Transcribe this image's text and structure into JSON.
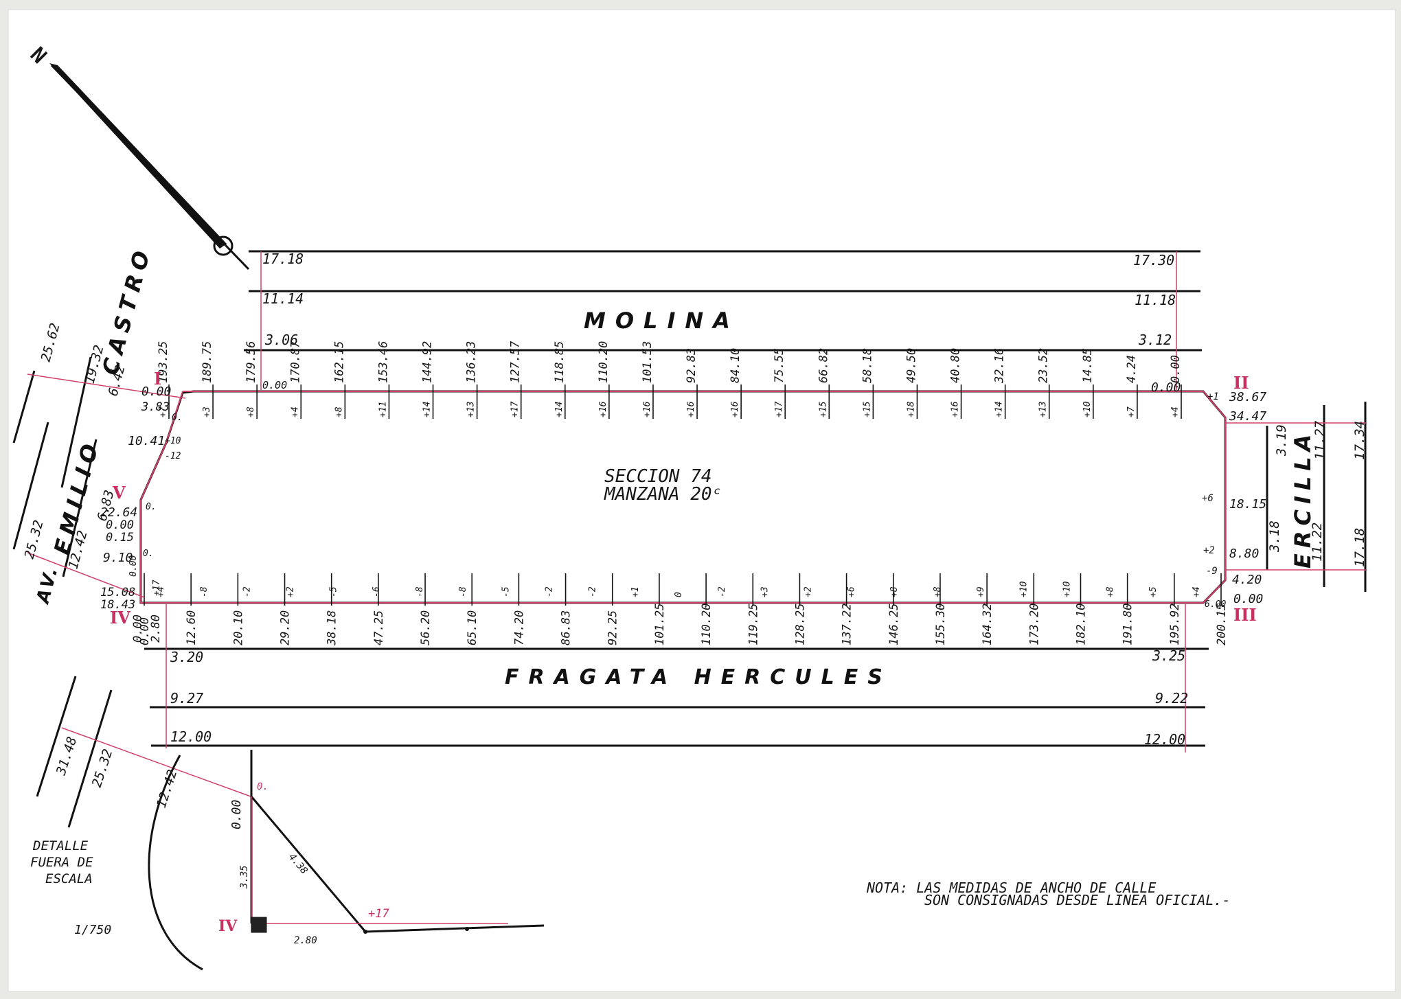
{
  "north_label": "N",
  "streets": {
    "top": "MOLINA",
    "bottom": "FRAGATA HERCULES",
    "right": "ERCILLA",
    "left_prefix": "AV.",
    "left_1": "EMILIO",
    "left_2": "CASTRO"
  },
  "block": {
    "seccion": "SECCION 74",
    "manzana": "MANZANA 20ᶜ"
  },
  "vertices": [
    "I",
    "II",
    "III",
    "IV",
    "V"
  ],
  "top_widths": {
    "left": [
      "17.18",
      "11.14",
      "3.06"
    ],
    "right": [
      "17.30",
      "11.18",
      "3.12"
    ]
  },
  "bottom_widths": {
    "left": [
      "3.20",
      "9.27",
      "12.00"
    ],
    "right": [
      "3.25",
      "9.22",
      "12.00"
    ]
  },
  "right_widths": [
    "3.19",
    "11.27",
    "17.34",
    "3.18",
    "11.22",
    "17.18"
  ],
  "left_widths": [
    "25.62",
    "19.32",
    "6.42",
    "25.32",
    "12.42",
    "6.83"
  ],
  "top_chainage": [
    "193.25",
    "189.75",
    "179.56",
    "170.87",
    "162.15",
    "153.46",
    "144.92",
    "136.23",
    "127.57",
    "118.85",
    "110.20",
    "101.53",
    "92.83",
    "84.10",
    "75.55",
    "66.82",
    "58.18",
    "49.50",
    "40.80",
    "32.16",
    "23.52",
    "14.85",
    "4.24",
    "0.00"
  ],
  "top_levels": [
    "+7",
    "+3",
    "+8",
    "+4",
    "+8",
    "+11",
    "+14",
    "+13",
    "+17",
    "+14",
    "+16",
    "+16",
    "+16",
    "+16",
    "+17",
    "+15",
    "+15",
    "+18",
    "+16",
    "+14",
    "+13",
    "+10",
    "+7",
    "+4"
  ],
  "top_zero": "0.00",
  "top_zero_right": "0.00",
  "bottom_chainage": [
    "0.00",
    "12.60",
    "20.10",
    "29.20",
    "38.18",
    "47.25",
    "56.20",
    "65.10",
    "74.20",
    "86.83",
    "92.25",
    "101.25",
    "110.20",
    "119.25",
    "128.25",
    "137.22",
    "146.25",
    "155.30",
    "164.32",
    "173.20",
    "182.10",
    "191.80",
    "195.92",
    "200.15"
  ],
  "bottom_levels": [
    "+4",
    "-8",
    "-2",
    "+2",
    "-5",
    "-6",
    "-8",
    "-8",
    "-5",
    "-2",
    "-2",
    "+1",
    "0",
    "-2",
    "+3",
    "+2",
    "+6",
    "+8",
    "+8",
    "+9",
    "+10",
    "+10",
    "+8",
    "+5",
    "+4"
  ],
  "left_side": [
    "0.00",
    "3.83",
    "10.41",
    "22.64",
    "0.00",
    "0.15",
    "9.10",
    "15.08",
    "18.43",
    "0.00",
    "2.80"
  ],
  "left_levels": [
    "+10",
    "-12",
    "0.",
    "0.",
    "0.00",
    "+17",
    "0."
  ],
  "right_side": [
    "38.67",
    "34.47",
    "18.15",
    "8.80",
    "4.20",
    "0.00"
  ],
  "right_levels": [
    "+1",
    "+6",
    "+2",
    "-9",
    "6.00"
  ],
  "detail": {
    "caption": [
      "DETALLE",
      "FUERA DE",
      "ESCALA"
    ],
    "dims": [
      "31.48",
      "25.32",
      "12.42",
      "0.00",
      "3.35",
      "4.38",
      "2.80"
    ],
    "level_top": "0.",
    "level_bottom": "+17",
    "vertex": "IV"
  },
  "scale": "1/750",
  "note": [
    "NOTA: LAS MEDIDAS DE ANCHO DE CALLE",
    "SON CONSIGNADAS DESDE LINEA OFICIAL.-"
  ],
  "colors": {
    "ink": "#121212",
    "red": "#d0406a",
    "paper": "#ffffff"
  }
}
